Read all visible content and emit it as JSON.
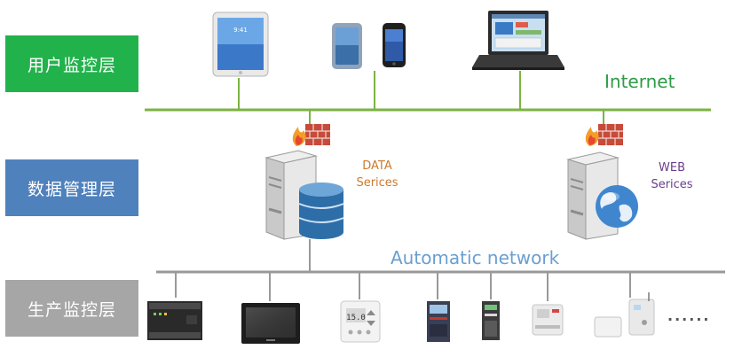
{
  "layers": {
    "user": "用户监控层",
    "data": "数据管理层",
    "production": "生产监控层"
  },
  "networks": {
    "internet": "Internet",
    "automatic": "Automatic network"
  },
  "services": {
    "data": {
      "line1": "DATA",
      "line2": "Serices"
    },
    "web": {
      "line1": "WEB",
      "line2": "Serices"
    }
  },
  "devices": {
    "tablet_time": "9:41",
    "hmi_display": "15.0",
    "more": "......"
  },
  "colors": {
    "user_layer": "#22b24c",
    "data_layer": "#4f81bd",
    "production_layer": "#a6a6a6",
    "internet_line": "#7cb342",
    "automatic_line": "#999999"
  }
}
